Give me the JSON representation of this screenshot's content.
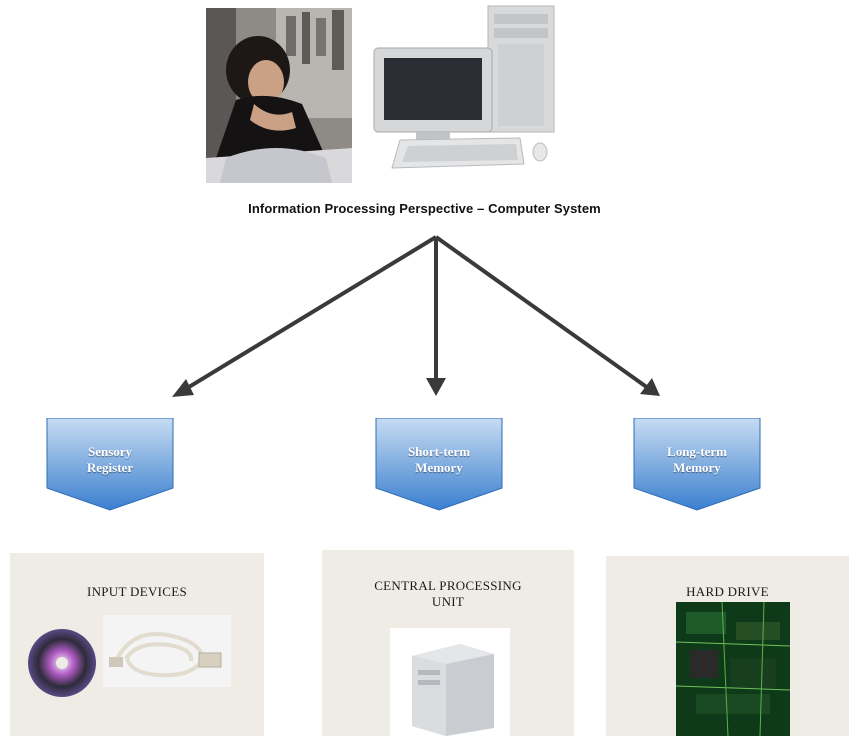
{
  "title": "Information Processing Perspective – Computer System",
  "stages": [
    {
      "label_line1": "Sensory",
      "label_line2": "Register"
    },
    {
      "label_line1": "Short-term",
      "label_line2": "Memory"
    },
    {
      "label_line1": "Long-term",
      "label_line2": "Memory"
    }
  ],
  "panels": [
    {
      "label": "INPUT DEVICES"
    },
    {
      "label": "CENTRAL PROCESSING UNIT"
    },
    {
      "label": "HARD DRIVE"
    }
  ],
  "colors": {
    "stage_top": "#c7dcf2",
    "stage_bottom": "#3a7fcf",
    "arrow": "#3a3a3a",
    "panel_bg": "#efece5"
  }
}
